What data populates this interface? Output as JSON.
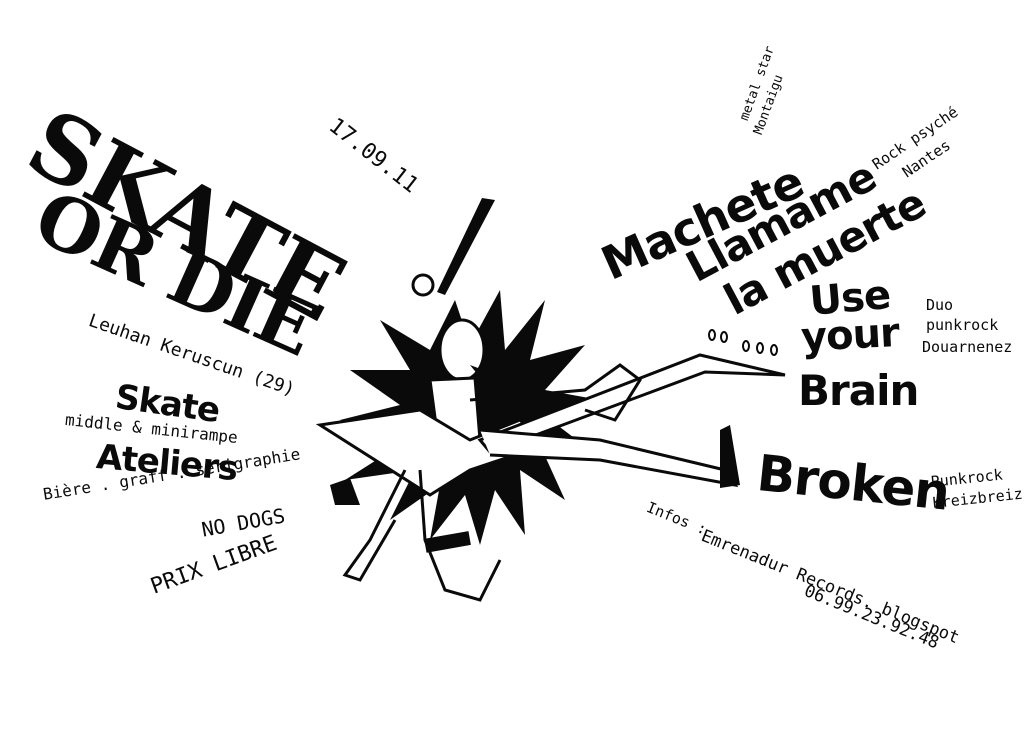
{
  "title": {
    "line1": "SKATE",
    "line2": "OR DIE"
  },
  "date": "17.09.11",
  "location": "Leuhan Keruscun (29)",
  "activities": {
    "skate_heading": "Skate",
    "skate_detail": "middle & minirampe",
    "ateliers_heading": "Ateliers",
    "ateliers_detail": "Bière . graff . sérigraphie"
  },
  "notes": {
    "no_dogs": "NO DOGS",
    "prix_libre": "PRIX LIBRE"
  },
  "bands": [
    {
      "name": "Machete",
      "note1": "metal star",
      "note2": "Montaigu"
    },
    {
      "name_line1": "Llamame",
      "name_line2": "la muerte",
      "note1": "Rock psyché",
      "note2": "Nantes"
    },
    {
      "name_line1": "Use",
      "name_line2": "your",
      "name_line3": "Brain",
      "note1": "Duo",
      "note2": "punkrock",
      "note3": "Douarnenez"
    },
    {
      "name": "Broken",
      "note1": "Punkrock",
      "note2": "Kreizbreiz"
    }
  ],
  "infos": {
    "label": "Infos :",
    "site": "Emrenadur Records. blogspot",
    "phone": "06.99.23.92.48"
  },
  "colors": {
    "ink": "#0a0a0a",
    "paper": "#ffffff"
  }
}
